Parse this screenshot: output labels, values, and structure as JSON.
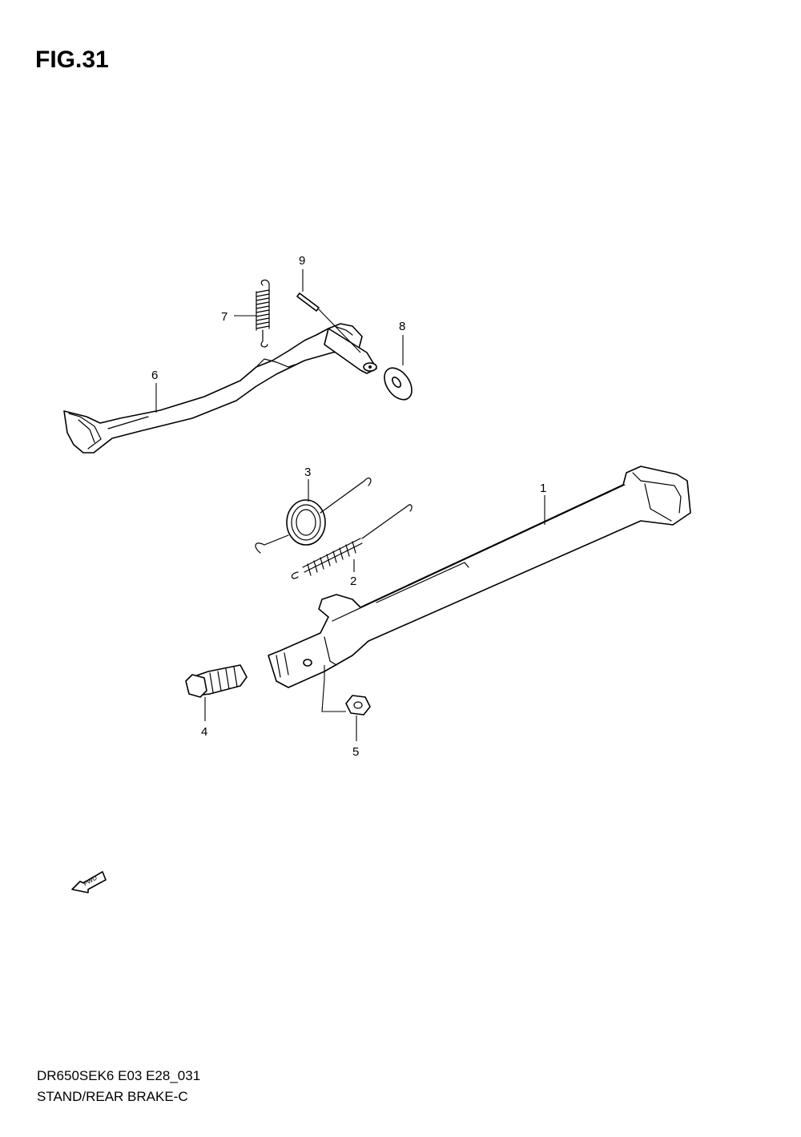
{
  "figure": {
    "title": "FIG.31",
    "model_code": "DR650SEK6 E03 E28_031",
    "section_title": "STAND/REAR BRAKE-C",
    "fwd_label": "FWD"
  },
  "callouts": [
    "1",
    "2",
    "3",
    "4",
    "5",
    "6",
    "7",
    "8",
    "9"
  ]
}
